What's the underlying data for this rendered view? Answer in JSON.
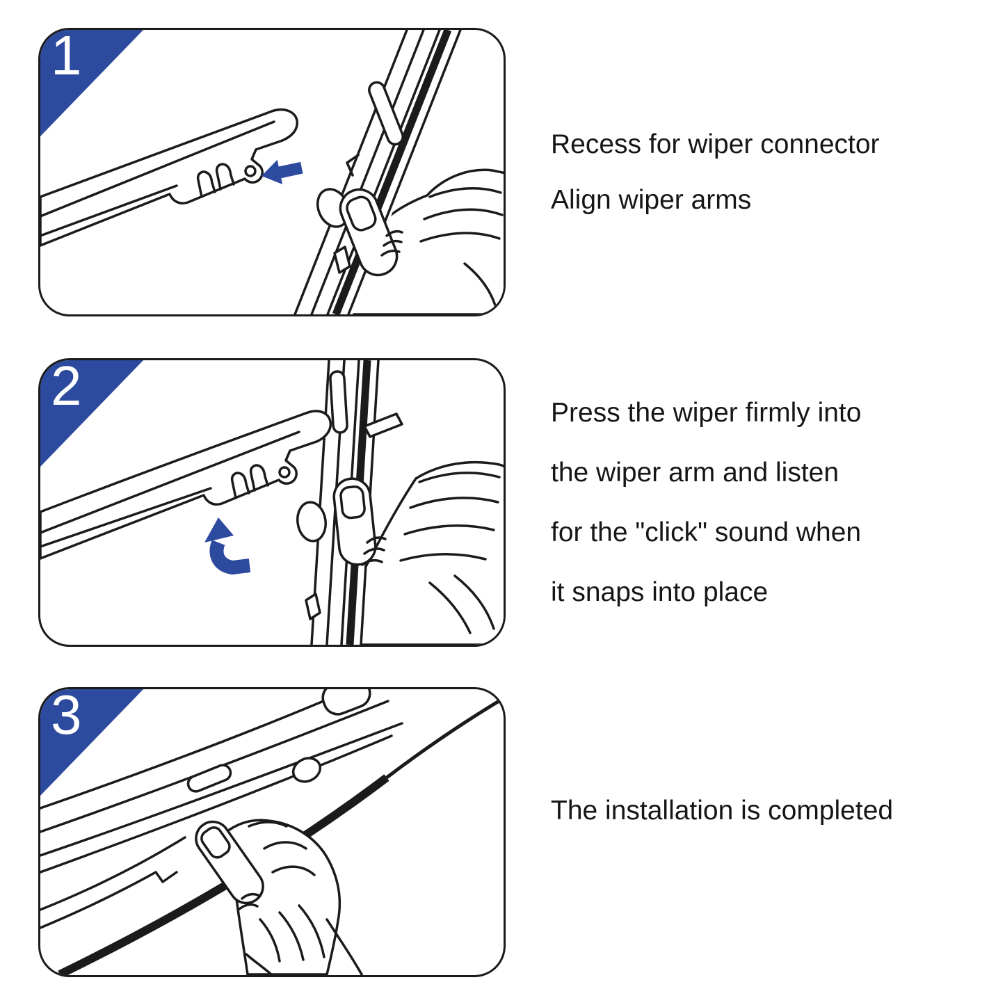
{
  "colors": {
    "accent": "#2c4a9e",
    "ink": "#1b1b1b"
  },
  "steps": [
    {
      "number": "1",
      "illustration": "wiper-arm-hook-and-blade-in-hand",
      "caption_lines": [
        "Recess for wiper connector",
        "Align wiper arms"
      ]
    },
    {
      "number": "2",
      "illustration": "press-blade-into-arm-with-curved-arrow",
      "caption_lines": [
        "Press the wiper firmly into",
        "the wiper arm and listen",
        "for the \"click\" sound when",
        "it snaps into place"
      ]
    },
    {
      "number": "3",
      "illustration": "installed-wiper-held-in-hand",
      "caption_lines": [
        "The installation is completed"
      ]
    }
  ]
}
